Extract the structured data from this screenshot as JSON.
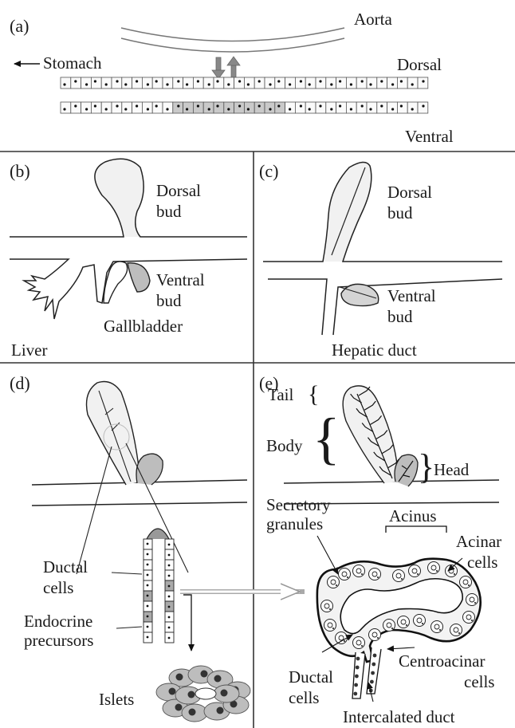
{
  "panel_a": {
    "tag": "(a)",
    "aorta": "Aorta",
    "stomach": "Stomach",
    "dorsal": "Dorsal",
    "ventral": "Ventral"
  },
  "panel_b": {
    "tag": "(b)",
    "dorsal_bud_1": "Dorsal",
    "dorsal_bud_2": "bud",
    "ventral_bud_1": "Ventral",
    "ventral_bud_2": "bud",
    "gallbladder": "Gallbladder",
    "liver": "Liver"
  },
  "panel_c": {
    "tag": "(c)",
    "dorsal_bud_1": "Dorsal",
    "dorsal_bud_2": "bud",
    "ventral_bud_1": "Ventral",
    "ventral_bud_2": "bud",
    "hepatic_duct": "Hepatic duct"
  },
  "panel_d": {
    "tag": "(d)",
    "ductal_1": "Ductal",
    "ductal_2": "cells",
    "endocrine_1": "Endocrine",
    "endocrine_2": "precursors",
    "islets": "Islets"
  },
  "panel_e": {
    "tag": "(e)",
    "tail": "Tail",
    "body": "Body",
    "head": "Head",
    "secretory_1": "Secretory",
    "secretory_2": "granules",
    "acinus": "Acinus",
    "acinar_1": "Acinar",
    "acinar_2": "cells",
    "centroacinar_1": "Centroacinar",
    "centroacinar_2": "cells",
    "ductal_1": "Ductal",
    "ductal_2": "cells",
    "intercalated": "Intercalated duct"
  }
}
